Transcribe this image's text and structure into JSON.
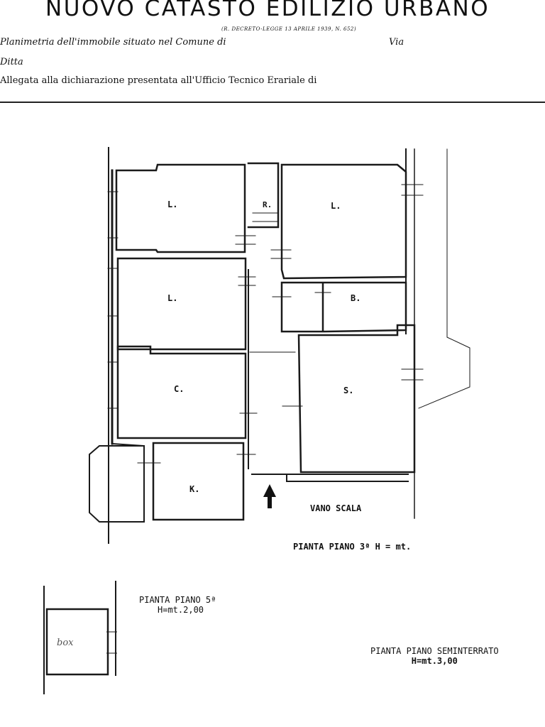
{
  "header": {
    "title": "NUOVO CATASTO EDILIZIO URBANO",
    "subtitle": "(R. DECRETO-LEGGE 13 APRILE 1939, N. 652)",
    "line1": "Planimetria dell'immobile situato nel Comune di",
    "via_label": "Via",
    "line2": "Ditta",
    "line3": "Allegata alla dichiarazione presentata all'Ufficio Tecnico Erariale di"
  },
  "plan": {
    "rooms": [
      {
        "id": "l1",
        "label": "L."
      },
      {
        "id": "r",
        "label": "R."
      },
      {
        "id": "l2",
        "label": "L."
      },
      {
        "id": "l3",
        "label": "L."
      },
      {
        "id": "b",
        "label": "B."
      },
      {
        "id": "c",
        "label": "C."
      },
      {
        "id": "s",
        "label": "S."
      },
      {
        "id": "k",
        "label": "K."
      }
    ],
    "stair_label": "VANO SCALA",
    "floor3_caption": "PIANTA PIANO 3ª H = mt."
  },
  "floor5": {
    "caption_line1": "PIANTA PIANO 5ª",
    "caption_line2": "H=mt.2,00",
    "room_label": "box"
  },
  "basement": {
    "caption_line1": "PIANTA PIANO SEMINTERRATO",
    "caption_line2": "H=mt.3,00"
  }
}
